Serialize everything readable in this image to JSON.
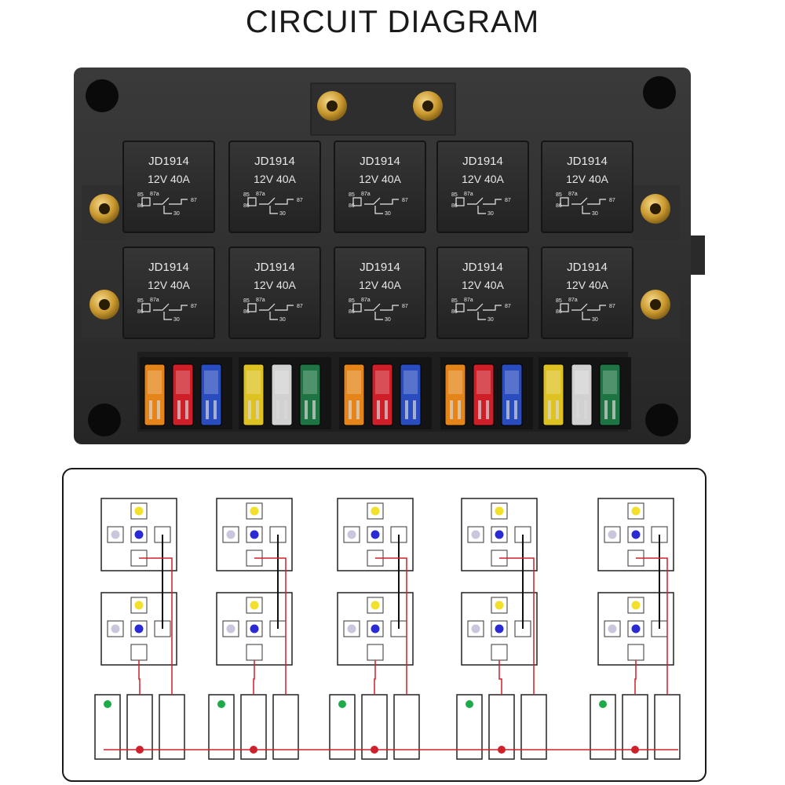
{
  "title": "CIRCUIT DIAGRAM",
  "relay": {
    "model": "JD1914",
    "rating": "12V  40A",
    "pin_labels": {
      "p85": "85",
      "p87a": "87a",
      "p87": "87",
      "p86": "86",
      "p30": "30"
    }
  },
  "relay_rows": 2,
  "relay_columns": 5,
  "fuse_colors": [
    "#f08a1a",
    "#d8202a",
    "#2b4fc8",
    "#e8cc22",
    "#dcdcdc",
    "#1f7a45",
    "#f08a1a",
    "#d8202a",
    "#2b4fc8",
    "#f08a1a",
    "#d8202a",
    "#2b4fc8",
    "#e8cc22",
    "#dcdcdc",
    "#1f7a45"
  ],
  "diagram_colors": {
    "pin_yellow": "#f3e02a",
    "pin_blue": "#2b2bd6",
    "pin_lavender": "#c9c6de",
    "ground_green": "#1faa4a",
    "wire_red": "#d0202a",
    "wire_black": "#111111"
  }
}
